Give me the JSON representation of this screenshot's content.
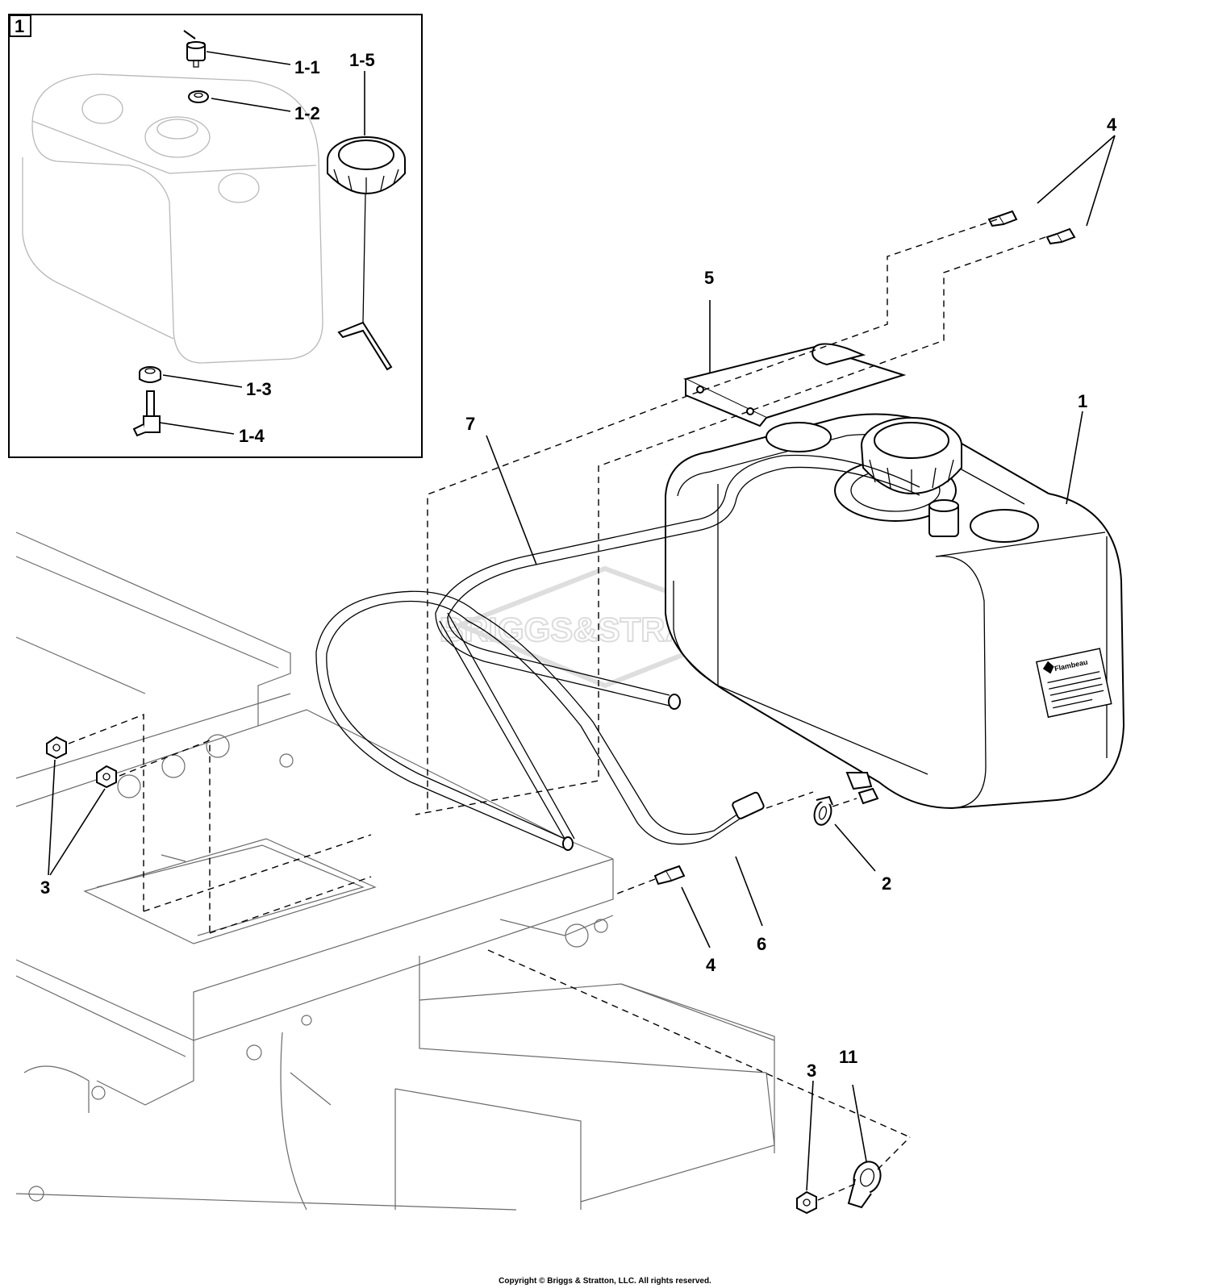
{
  "inset": {
    "label": "1"
  },
  "callouts": {
    "c1_1": "1-1",
    "c1_2": "1-2",
    "c1_3": "1-3",
    "c1_4": "1-4",
    "c1_5": "1-5",
    "c1": "1",
    "c2": "2",
    "c3a": "3",
    "c3b": "3",
    "c4a": "4",
    "c4b": "4",
    "c5": "5",
    "c6": "6",
    "c7": "7",
    "c11": "11"
  },
  "watermark": "BRIGGS&STRATTON",
  "decal_text": "Flambeau",
  "copyright": "Copyright © Briggs & Stratton, LLC. All rights reserved."
}
